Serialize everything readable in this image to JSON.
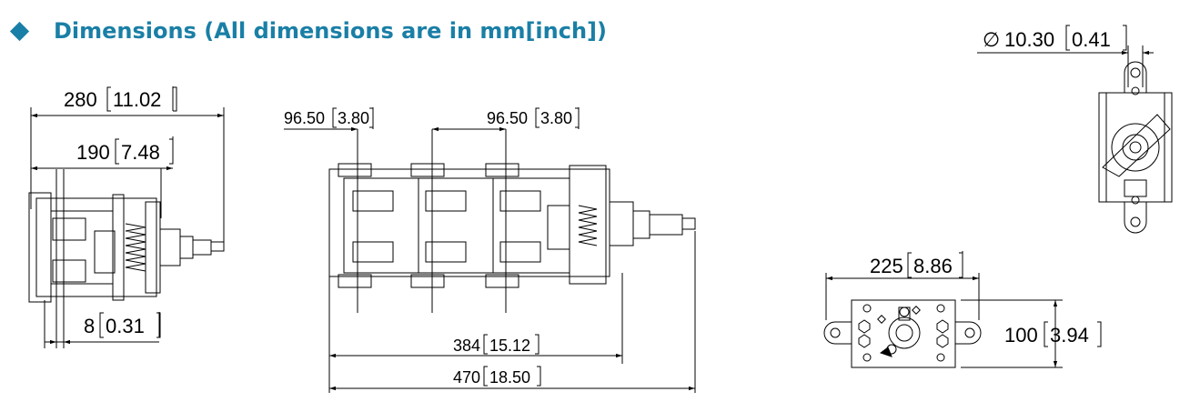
{
  "header": {
    "title": "Dimensions (All dimensions are in mm[inch])",
    "accent_color": "#1a7fa6",
    "bullet_icon": "diamond-icon"
  },
  "side_view": {
    "overall_width": {
      "mm": "280",
      "inch": "11.02"
    },
    "body_width": {
      "mm": "190",
      "inch": "7.48"
    },
    "shaft_offset": {
      "mm": "8",
      "inch": "0.31"
    }
  },
  "front_view": {
    "pitch_left": {
      "mm": "96.50",
      "inch": "3.80"
    },
    "pitch_right": {
      "mm": "96.50",
      "inch": "3.80"
    },
    "body_length": {
      "mm": "384",
      "inch": "15.12"
    },
    "overall_length": {
      "mm": "470",
      "inch": "18.50"
    }
  },
  "end_view": {
    "hole_diameter": {
      "symbol": "∅",
      "mm": "10.30",
      "inch": "0.41"
    }
  },
  "mounting_view": {
    "width": {
      "mm": "225",
      "inch": "8.86"
    },
    "height": {
      "mm": "100",
      "inch": "3.94"
    }
  }
}
